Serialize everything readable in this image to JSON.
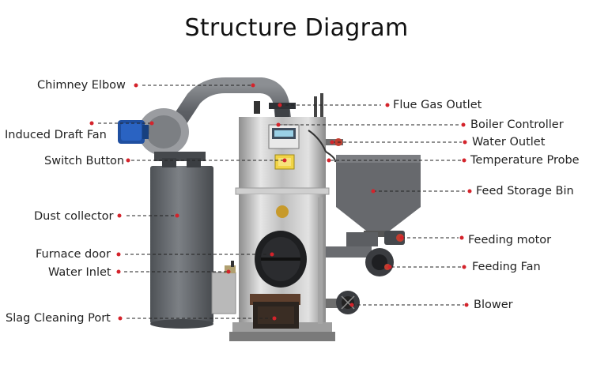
{
  "title": "Structure Diagram",
  "labels": {
    "chimney_elbow": "Chimney Elbow",
    "induced_draft_fan": "Induced Draft Fan",
    "switch_button": "Switch Button",
    "dust_collector": "Dust collector",
    "furnace_door": "Furnace door",
    "water_inlet": "Water Inlet",
    "slag_cleaning_port": "Slag Cleaning Port",
    "flue_gas_outlet": "Flue Gas Outlet",
    "boiler_controller": "Boiler Controller",
    "water_outlet": "Water Outlet",
    "temperature_probe": "Temperature Probe",
    "feed_storage_bin": "Feed Storage Bin",
    "feeding_motor": "Feeding motor",
    "feeding_fan": "Feeding Fan",
    "blower": "Blower"
  },
  "colors": {
    "marker": "#d4232b",
    "leader": "#222222",
    "steel": "#c9c9c9",
    "dark_gray": "#5a5d61",
    "motor_blue": "#1f4fa0"
  }
}
